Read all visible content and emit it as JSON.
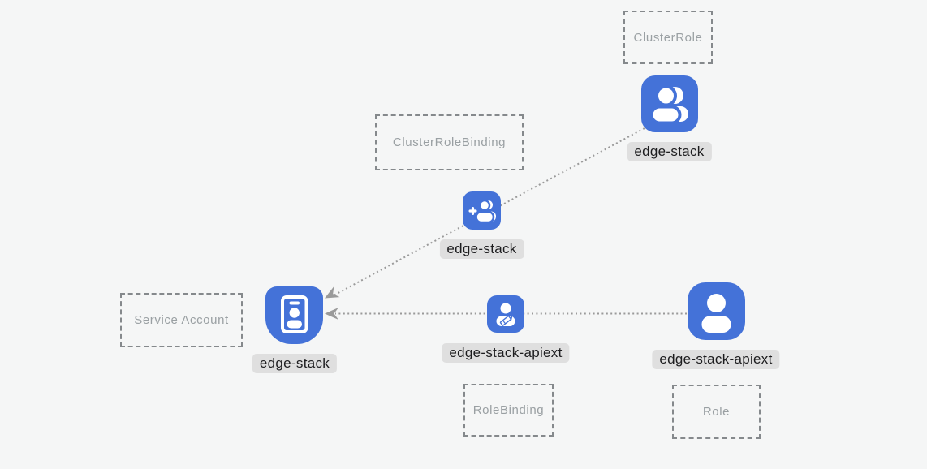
{
  "colors": {
    "icon_blue": "#4472d8",
    "label_bg": "#dfdfdf",
    "label_text": "#1d1d1f",
    "dashed_border": "#85898c",
    "dashed_text": "#9aa0a3",
    "line_color": "#9a9a9a",
    "canvas_bg": "#f5f6f6"
  },
  "kinds": {
    "cluster_role": "ClusterRole",
    "cluster_role_binding": "ClusterRoleBinding",
    "service_account": "Service Account",
    "role_binding": "RoleBinding",
    "role": "Role"
  },
  "nodes": {
    "cluster_role": {
      "name": "edge-stack",
      "icon": "group-icon",
      "kind": "ClusterRole"
    },
    "cluster_role_binding": {
      "name": "edge-stack",
      "icon": "person-add-icon",
      "kind": "ClusterRoleBinding"
    },
    "service_account": {
      "name": "edge-stack",
      "icon": "id-badge-icon",
      "kind": "Service Account"
    },
    "role_binding": {
      "name": "edge-stack-apiext",
      "icon": "person-edit-icon",
      "kind": "RoleBinding"
    },
    "role": {
      "name": "edge-stack-apiext",
      "icon": "person-icon",
      "kind": "Role"
    }
  },
  "edges": [
    {
      "from": "edge-stack (ClusterRole)",
      "via": "edge-stack (ClusterRoleBinding)",
      "to": "edge-stack (Service Account)",
      "style": "dotted-arrow"
    },
    {
      "from": "edge-stack-apiext (Role)",
      "via": "edge-stack-apiext (RoleBinding)",
      "to": "edge-stack (Service Account)",
      "style": "dotted-arrow"
    }
  ]
}
